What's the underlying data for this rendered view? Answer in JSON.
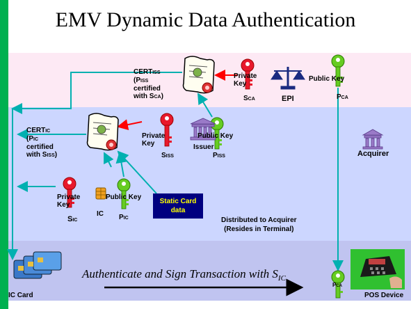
{
  "title": "EMV Dynamic Data Authentication",
  "colors": {
    "accent_bar": "#00b050",
    "ca_band": "#fde9f4",
    "issuer_band": "#ccd6ff",
    "terminal_band": "#c0c4f0",
    "static_box": "#000080",
    "static_text": "#ffff00",
    "connector": "#00b0b0",
    "red_arrow": "#ff0000"
  },
  "ca": {
    "cert_iss": {
      "main": "CERT",
      "sub": "ISS",
      "l1a": "(P",
      "l1b": "ISS",
      "l2": "certified",
      "l3a": "with S",
      "l3b": "CA",
      "l3c": ")"
    },
    "private_key": {
      "line1": "Private",
      "line2": "Key",
      "sym": "S",
      "sub": "CA"
    },
    "epi": "EPI",
    "public_key": {
      "label": "Public Key",
      "sym": "P",
      "sub": "CA"
    }
  },
  "issuer": {
    "cert_ic": {
      "main": "CERT",
      "sub": "IC",
      "l1a": "(P",
      "l1b": "IC",
      "l2": "certified",
      "l3a": "with S",
      "l3b": "ISS",
      "l3c": ")"
    },
    "private_key": {
      "line1": "Private",
      "line2": "Key",
      "sym": "S",
      "sub": "ISS"
    },
    "issuer_label": "Issuer",
    "public_key": {
      "label": "Public Key",
      "sym": "P",
      "sub": "ISS"
    },
    "acquirer_label": "Acquirer"
  },
  "card": {
    "private_key": {
      "line1": "Private",
      "line2": "Key",
      "sym": "S",
      "sub": "IC"
    },
    "ic_label": "IC",
    "public_key": {
      "label": "Public Key",
      "sym": "P",
      "sub": "IC"
    },
    "static_data": {
      "line1": "Static Card",
      "line2": "data"
    },
    "distributed": {
      "line1": "Distributed to Acquirer",
      "line2": "(Resides in Terminal)"
    }
  },
  "terminal": {
    "ic_card": "IC Card",
    "auth_main": "Authenticate and Sign Transaction with S",
    "auth_sub": "IC",
    "pca_sym": "P",
    "pca_sub": "CA",
    "pos": "POS Device"
  }
}
